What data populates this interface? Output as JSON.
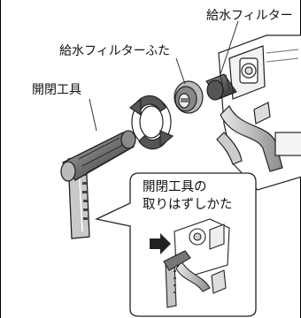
{
  "labels": {
    "filter": "給水フィルター",
    "filter_cap": "給水フィルターふた",
    "tool": "開閉工具"
  },
  "inset": {
    "title_line1": "開閉工具の",
    "title_line2": "取りはずしかた"
  }
}
